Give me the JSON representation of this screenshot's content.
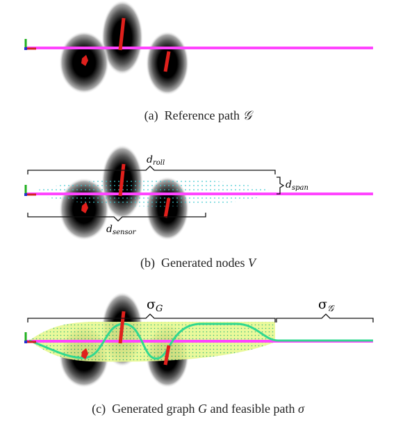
{
  "panels": [
    {
      "caption_prefix": "(a)",
      "caption_text": "Reference path",
      "caption_symbol": "𝒢"
    },
    {
      "caption_prefix": "(b)",
      "caption_text": "Generated nodes",
      "caption_symbol": "V",
      "labels": {
        "d_roll_base": "d",
        "d_roll_sub": "roll",
        "d_span_base": "d",
        "d_span_sub": "span",
        "d_sensor_base": "d",
        "d_sensor_sub": "sensor"
      }
    },
    {
      "caption_prefix": "(c)",
      "caption_text": "Generated graph",
      "caption_symbol": "G",
      "caption_join": "and feasible path",
      "caption_symbol2": "σ",
      "labels": {
        "sigma_G_base": "σ",
        "sigma_G_sub": "G",
        "sigma_calG_base": "σ",
        "sigma_calG_sub": "𝒢"
      }
    }
  ],
  "colors": {
    "path": "#ff44ff",
    "obstacle": "#e0201c",
    "node": "#3cc8d0",
    "graph_fill": "#d8f070",
    "feasible_path": "#30d890",
    "axis_x": "#d02020",
    "axis_y": "#20b020",
    "axis_z": "#2030d0"
  }
}
